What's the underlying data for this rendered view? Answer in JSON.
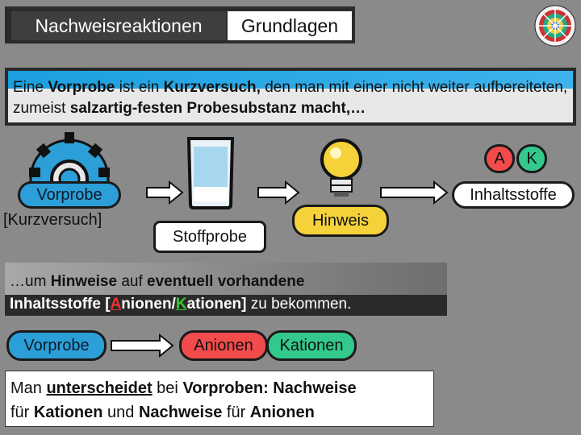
{
  "title": {
    "part1": "Nachweisreaktionen",
    "part2": "Grundlagen"
  },
  "intro": {
    "t1": "Eine ",
    "t2": "Vorprobe",
    "t3": " ist ein ",
    "t4": "Kurzversuch,",
    "t5": " den man mit einer nicht weiter aufbereiteten, zumeist ",
    "t6": "salzartig-festen Probesubstanz",
    "t7": " macht,…"
  },
  "diagram": {
    "vorprobe": "Vorprobe",
    "kurzversuch": "[Kurzversuch]",
    "stoffprobe": "Stoffprobe",
    "hinweis": "Hinweis",
    "inhaltsstoffe": "Inhaltsstoffe",
    "badge_a": "A",
    "badge_k": "K"
  },
  "hint": {
    "h1": "…um ",
    "h2": "Hinweise",
    "h3": " auf ",
    "h4": "eventuell vorhandene",
    "h5": "Inhaltsstoffe",
    "h6": " [",
    "h7": "A",
    "h8": "nionen/",
    "h9": "K",
    "h10": "ationen]",
    "h11": " zu bekommen."
  },
  "bottom": {
    "vorprobe": "Vorprobe",
    "anionen": "Anionen",
    "kationen": "Kationen"
  },
  "final": {
    "f1": "Man ",
    "f2": "unterscheidet",
    "f3": " bei ",
    "f4": "Vorproben: Nachweise",
    "f5": "für ",
    "f6": "Kationen",
    "f7": " und ",
    "f8": "Nachweise",
    "f9": " für ",
    "f10": "Anionen"
  },
  "colors": {
    "vorprobe": "#2c9fd8",
    "anionen": "#f24b4b",
    "kationen": "#33c98d",
    "hinweis": "#f5d23a"
  }
}
